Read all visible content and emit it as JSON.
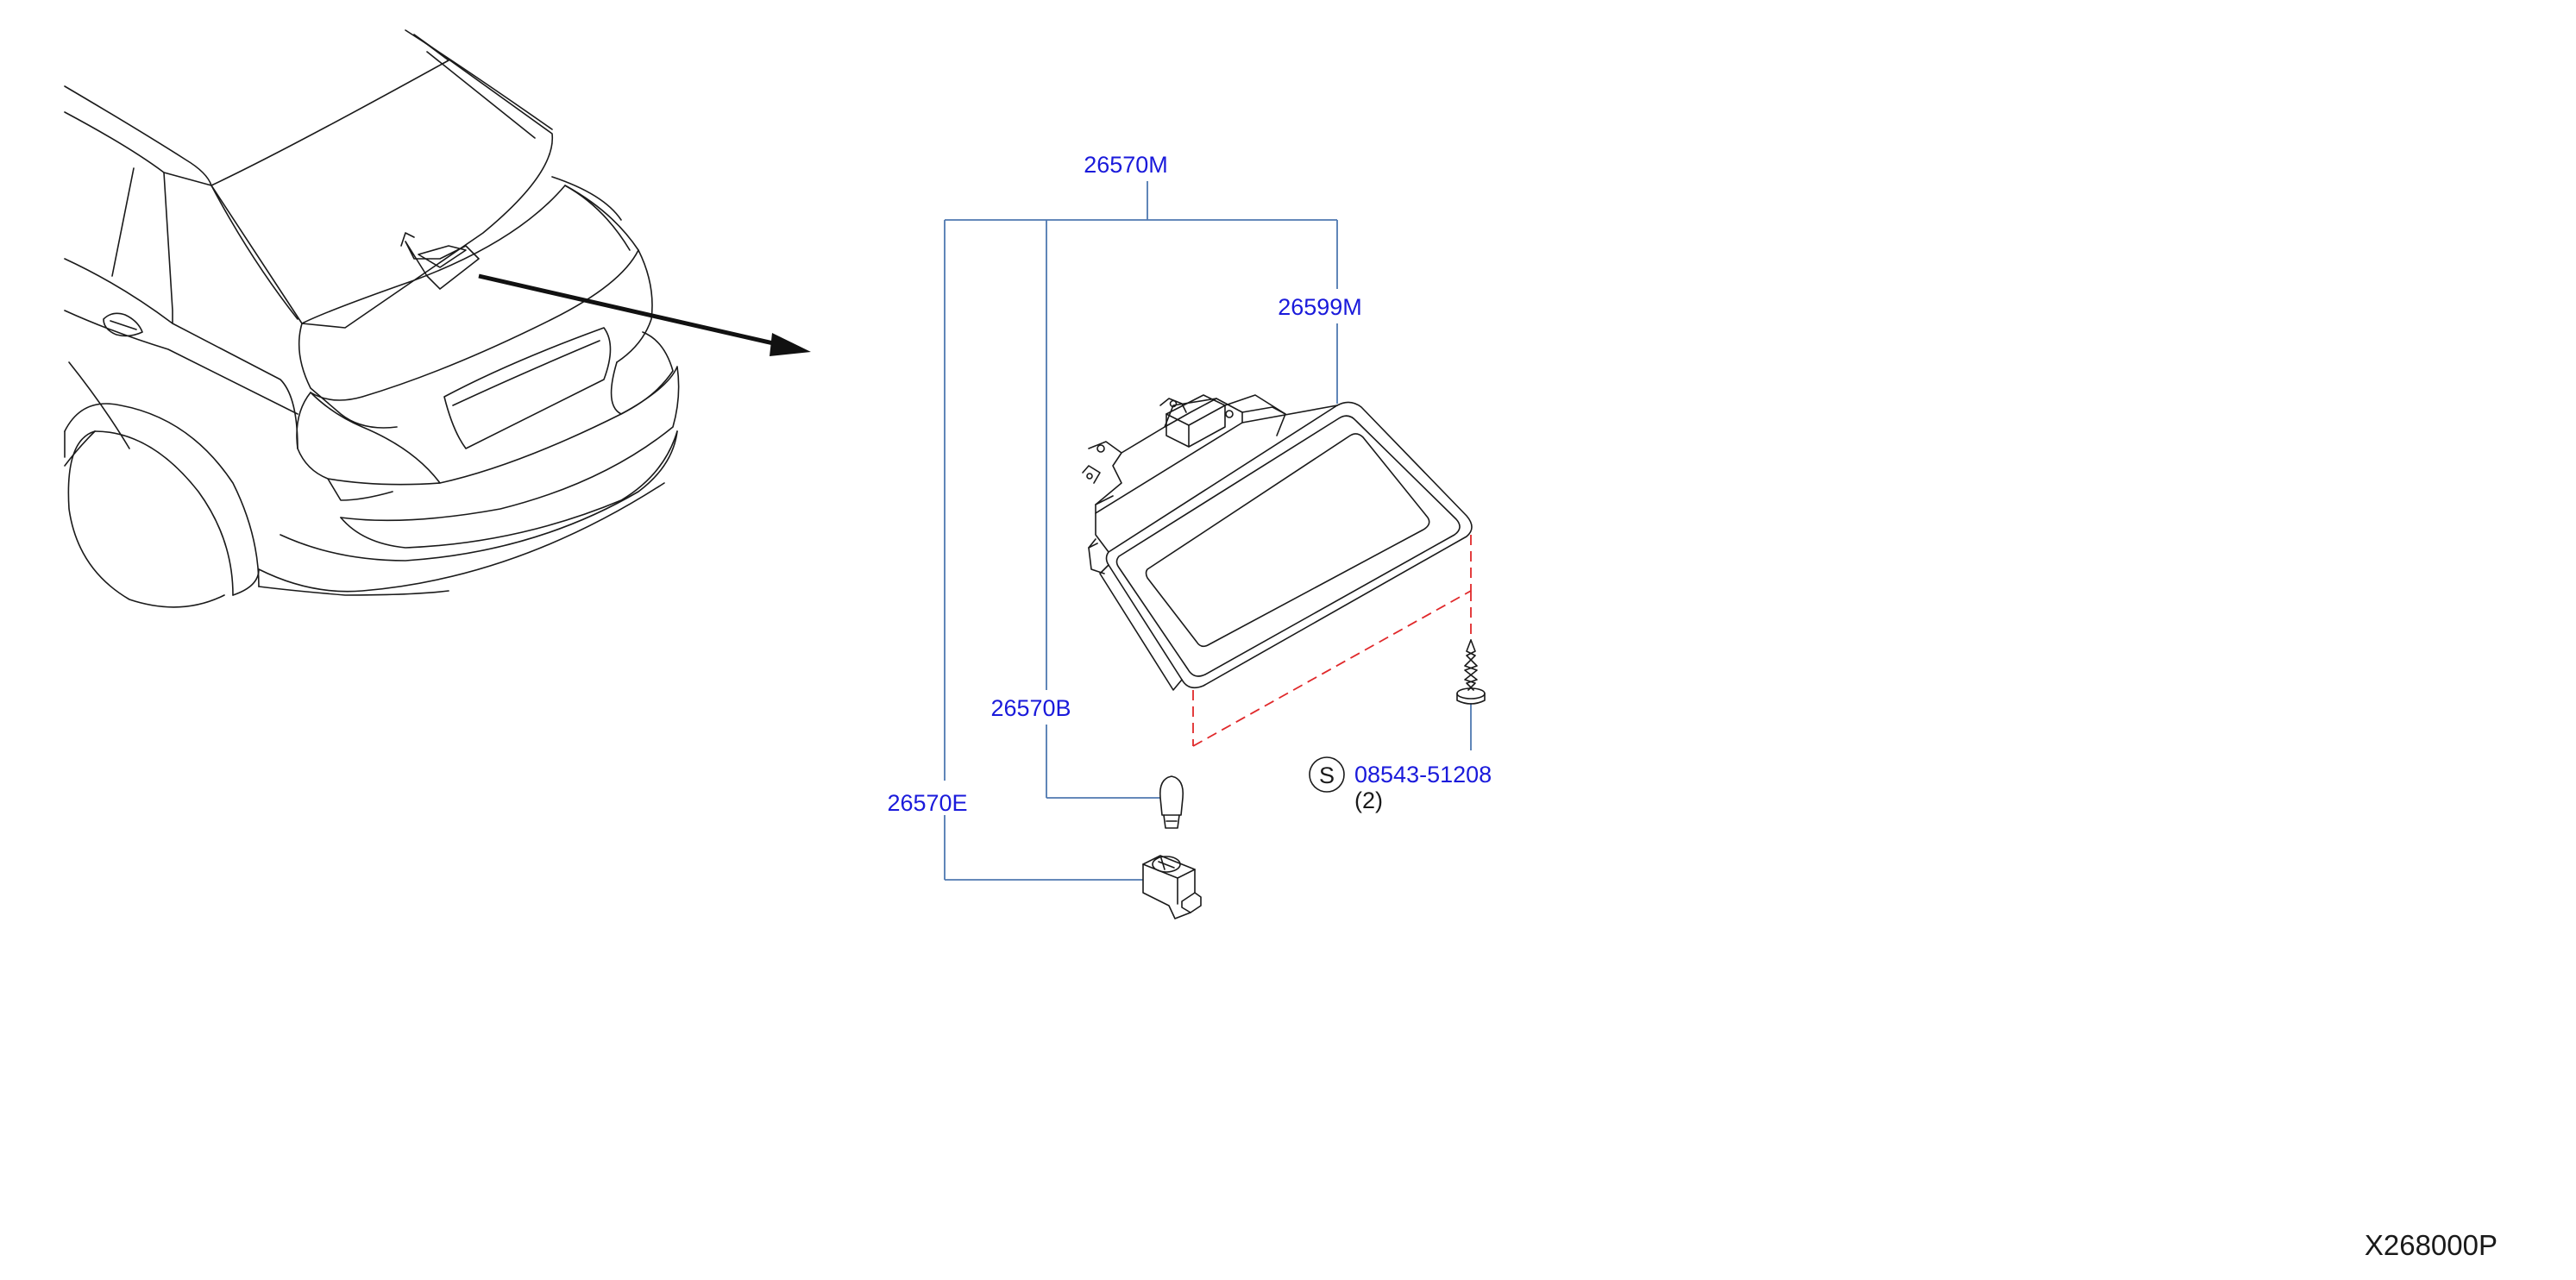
{
  "colors": {
    "label_blue": "#1a1adb",
    "leader_blue": "#4f78b0",
    "outline": "#1a1a1a",
    "dashed_red": "#e0282a",
    "arrow": "#111111"
  },
  "labels": {
    "part_26570M": "26570M",
    "part_26599M": "26599M",
    "part_26570B": "26570B",
    "part_26570E": "26570E",
    "part_08543": "08543-51208",
    "qty_08543": "(2)",
    "standard_symbol": "S",
    "diagram_code": "X268000P"
  },
  "icons": {
    "vehicle": "sedan-rear-three-quarter-icon",
    "lamp_assembly": "high-mount-stop-lamp-icon",
    "bulb": "wedge-bulb-icon",
    "socket": "bulb-socket-icon",
    "screw": "tapping-screw-icon",
    "pointer": "location-arrow-icon"
  }
}
